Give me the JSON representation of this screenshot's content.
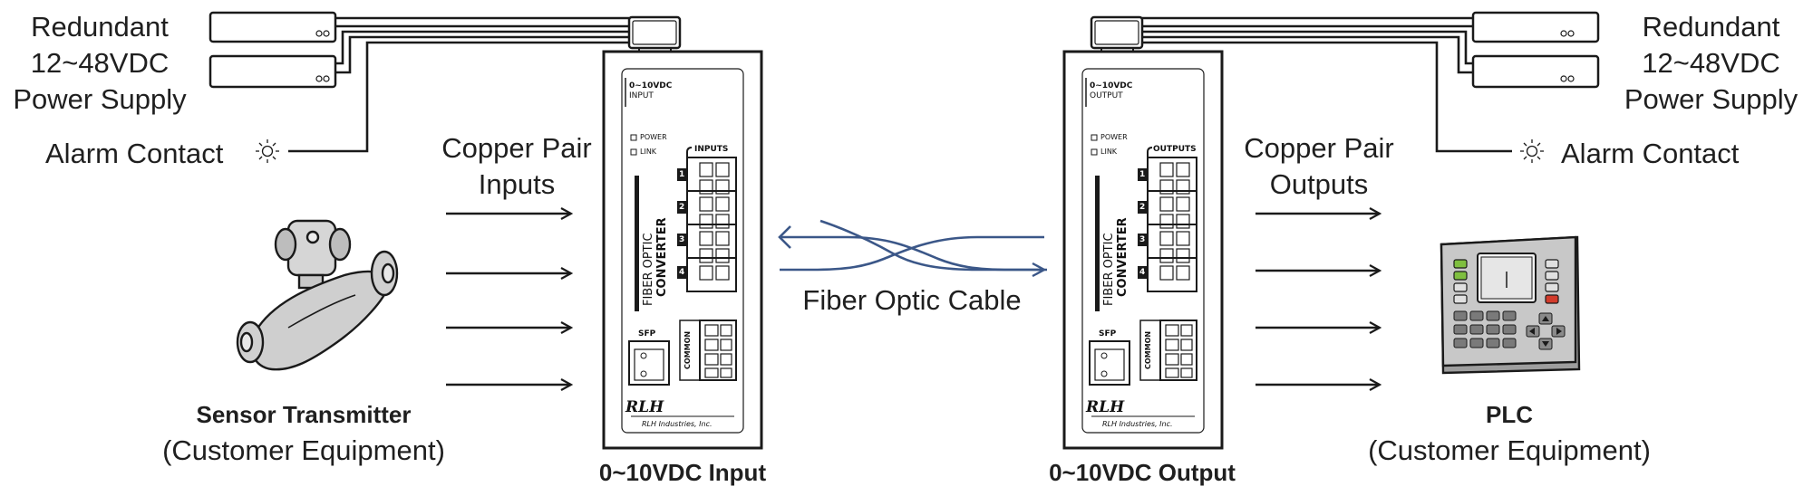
{
  "left": {
    "power_supply_label": [
      "Redundant",
      "12~48VDC",
      "Power Supply"
    ],
    "alarm_label": "Alarm Contact",
    "copper_label": [
      "Copper Pair",
      "Inputs"
    ],
    "equipment_name": "Sensor Transmitter",
    "equipment_owner": "(Customer Equipment)"
  },
  "right": {
    "power_supply_label": [
      "Redundant",
      "12~48VDC",
      "Power Supply"
    ],
    "alarm_label": "Alarm Contact",
    "copper_label": [
      "Copper Pair",
      "Outputs"
    ],
    "equipment_name": "PLC",
    "equipment_owner": "(Customer Equipment)"
  },
  "fiber_label": "Fiber Optic Cable",
  "input_device": {
    "caption": "0~10VDC Input",
    "panel_title": [
      "0~10VDC",
      "INPUT"
    ],
    "led_power": "POWER",
    "led_link": "LINK",
    "terminal_header": "INPUTS",
    "side_text_1": "FIBER OPTIC",
    "side_text_2": "CONVERTER",
    "channels": [
      "1",
      "2",
      "3",
      "4"
    ],
    "sfp_label": "SFP",
    "common_label": "COMMON",
    "logo": "RLH",
    "company": "RLH Industries, Inc."
  },
  "output_device": {
    "caption": "0~10VDC Output",
    "panel_title": [
      "0~10VDC",
      "OUTPUT"
    ],
    "led_power": "POWER",
    "led_link": "LINK",
    "terminal_header": "OUTPUTS",
    "side_text_1": "FIBER OPTIC",
    "side_text_2": "CONVERTER",
    "channels": [
      "1",
      "2",
      "3",
      "4"
    ],
    "sfp_label": "SFP",
    "common_label": "COMMON",
    "logo": "RLH",
    "company": "RLH Industries, Inc."
  },
  "colors": {
    "fiber": "#3b5788",
    "line": "#1a1a1a",
    "plc_body": "#c8c8c8",
    "led_green": "#7fbf3f",
    "led_red": "#d23b2b"
  }
}
